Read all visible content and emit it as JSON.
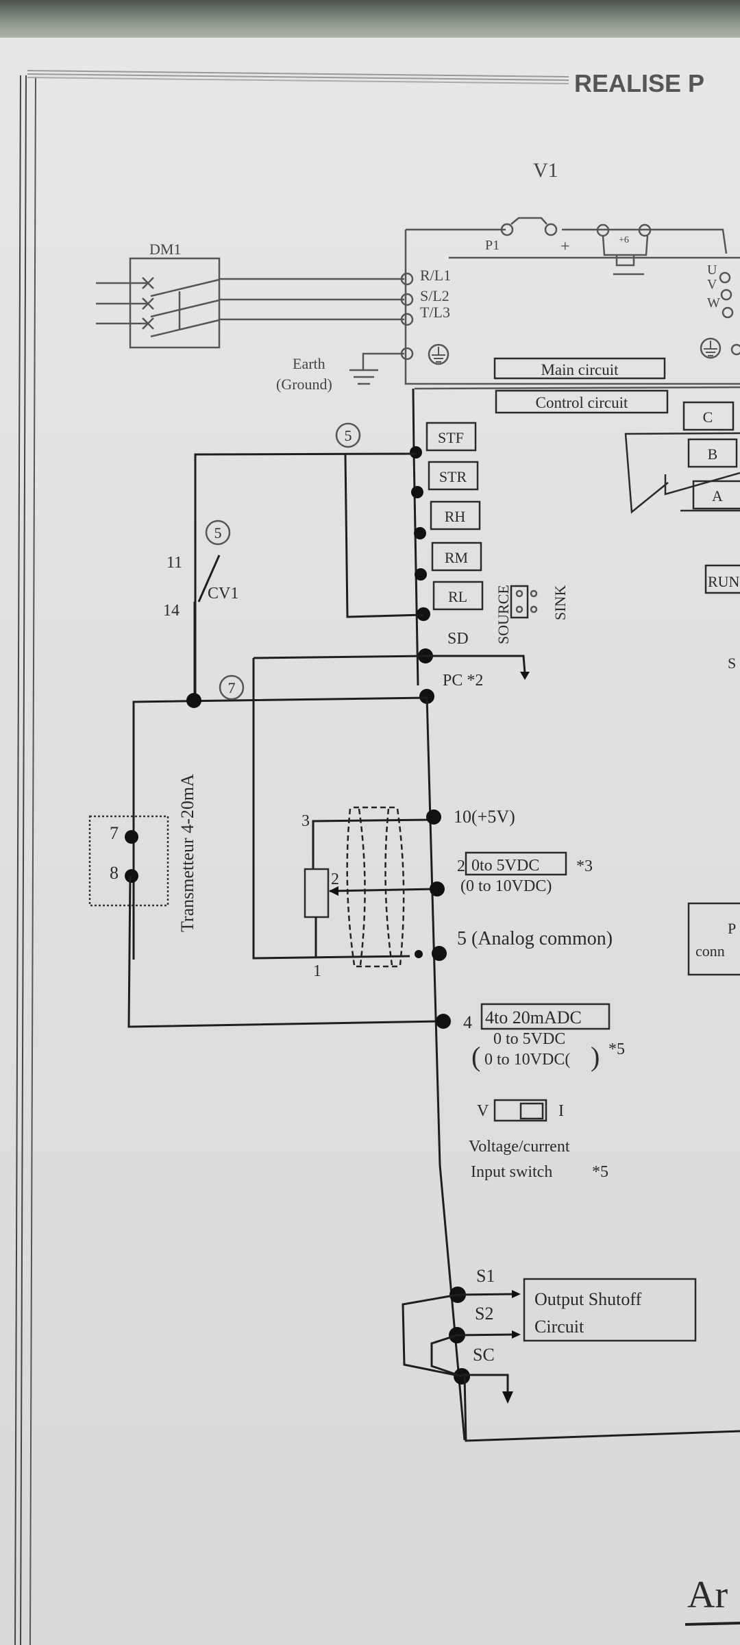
{
  "page": {
    "header_text": "REALISE P",
    "drive_label": "V1",
    "footer_fragment": "Ar"
  },
  "breaker": {
    "label": "DM1"
  },
  "earth": {
    "line1": "Earth",
    "line2": "(Ground)"
  },
  "main_terminals": {
    "p1": "P1",
    "plus": "+",
    "brake": "+6",
    "inputs": [
      "R/L1",
      "S/L2",
      "T/L3"
    ],
    "outputs": [
      "U",
      "V",
      "W"
    ]
  },
  "sections": {
    "main_circuit": "Main circuit",
    "control_circuit": "Control circuit"
  },
  "relay_outputs": [
    "C",
    "B",
    "A"
  ],
  "right_partials": {
    "run": "RUN",
    "s": "S",
    "pu_line1": "P",
    "pu_line2": "conn"
  },
  "inputs": {
    "terminals": [
      "STF",
      "STR",
      "RH",
      "RM",
      "RL"
    ],
    "sd": "SD",
    "pc": "PC *2",
    "source": "SOURCE",
    "sink": "SINK"
  },
  "contact": {
    "label": "CV1",
    "pin_top": "11",
    "pin_bottom": "14",
    "wire_mark_a": "5",
    "wire_mark_b": "5",
    "wire_mark_c": "7"
  },
  "transmitter": {
    "label": "Transmetteur 4-20mA",
    "pin_7": "7",
    "pin_8": "8"
  },
  "potentiometer": {
    "pin1": "1",
    "pin2": "2",
    "pin3": "3"
  },
  "analog": {
    "t10": "10(+5V)",
    "t2_num": "2",
    "t2_box": "0to 5VDC",
    "t2_note": "*3",
    "t2_alt": "(0 to 10VDC)",
    "t5": "5 (Analog common)",
    "t4_num": "4",
    "t4_box": "4to 20mADC",
    "t4_alt1": "0 to 5VDC",
    "t4_alt2": "0 to 10VDC(",
    "t4_note": "*5"
  },
  "vi_switch": {
    "v": "V",
    "i": "I",
    "caption1": "Voltage/current",
    "caption2": "Input switch",
    "note": "*5"
  },
  "safety": {
    "s1": "S1",
    "s2": "S2",
    "sc": "SC",
    "box_line1": "Output Shutoff",
    "box_line2": "Circuit"
  }
}
